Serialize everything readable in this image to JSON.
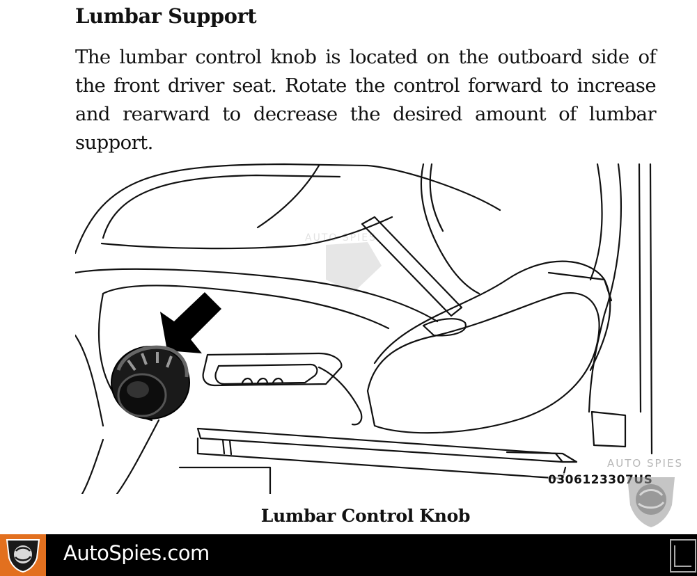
{
  "section": {
    "title": "Lumbar Support",
    "body": "The lumbar control knob is located on the outboard side of the front driver seat. Rotate the control forward to increase and rearward to decrease the desired amount of lumbar support."
  },
  "figure": {
    "code": "0306123307US",
    "caption": "Lumbar Control Knob"
  },
  "watermark": {
    "text": "AUTO SPIES"
  },
  "footer": {
    "brand": "AutoSpies.com",
    "background": "#000000",
    "logo_color": "#e2701f",
    "logo_icon": "globe-shield-icon"
  }
}
